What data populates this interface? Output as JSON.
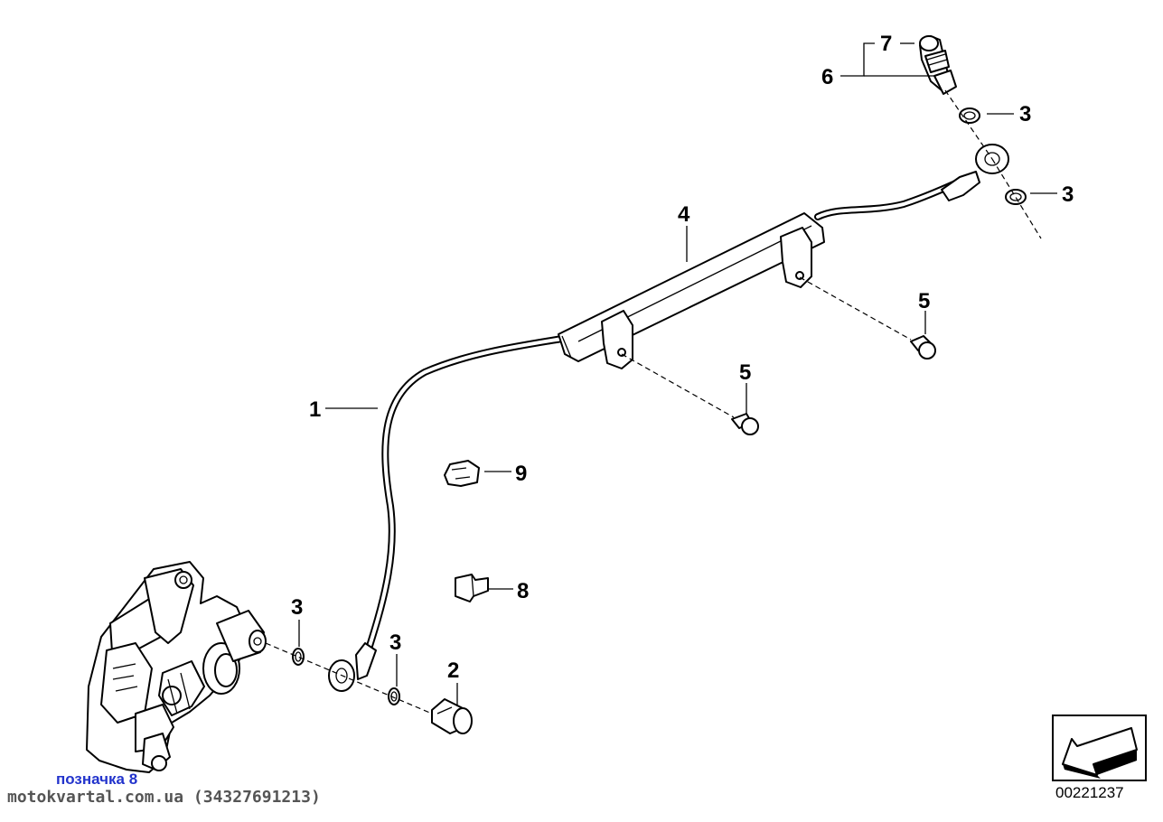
{
  "callouts": [
    {
      "id": "c1",
      "label": "1"
    },
    {
      "id": "c2",
      "label": "2"
    },
    {
      "id": "c3a",
      "label": "3"
    },
    {
      "id": "c3b",
      "label": "3"
    },
    {
      "id": "c3c",
      "label": "3"
    },
    {
      "id": "c3d",
      "label": "3"
    },
    {
      "id": "c4",
      "label": "4"
    },
    {
      "id": "c5a",
      "label": "5"
    },
    {
      "id": "c5b",
      "label": "5"
    },
    {
      "id": "c6",
      "label": "6"
    },
    {
      "id": "c7",
      "label": "7"
    },
    {
      "id": "c8",
      "label": "8"
    },
    {
      "id": "c9",
      "label": "9"
    }
  ],
  "footer": {
    "reference_note": "позначка 8",
    "website": "motokvartal.com.ua (34327691213)",
    "diagram_id": "00221237"
  },
  "icons": {
    "orientation": "arrow-orientation-icon"
  }
}
